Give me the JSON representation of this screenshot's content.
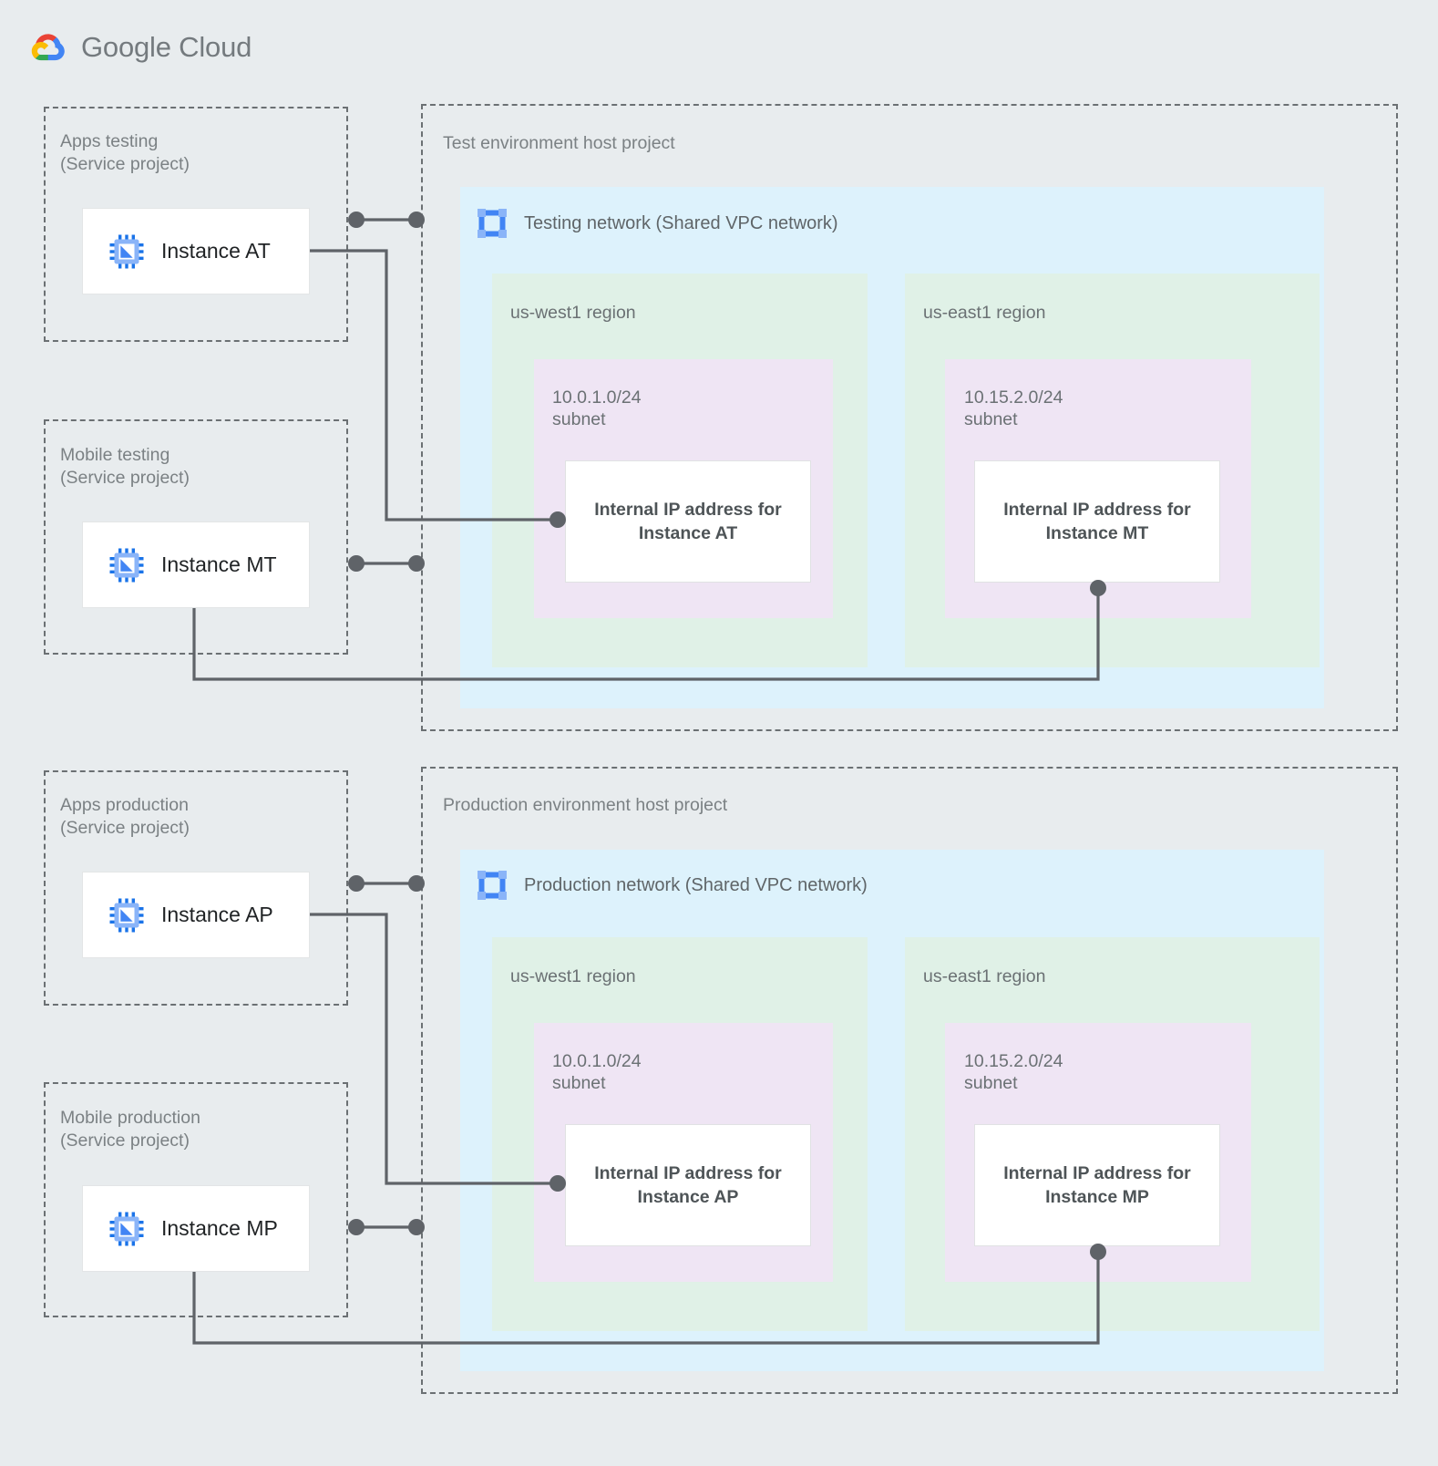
{
  "brand": {
    "logo_icon": "google-cloud-logo-icon",
    "name_bold": "Google",
    "name_light": " Cloud",
    "colors": {
      "red": "#ea4335",
      "blue": "#4285f4",
      "yellow": "#fbbc04",
      "green": "#34a853",
      "background": "#e8ecee",
      "vpc_fill": "#ddf2fc",
      "region_fill": "#e0f1e7",
      "subnet_fill": "#efe5f4",
      "connector": "#5f6368",
      "dashed_border": "#6b7073",
      "icon_blue": "#4285f4",
      "icon_blue_light": "#8ab4f8"
    }
  },
  "environments": [
    {
      "id": "test",
      "host_project": {
        "label": "Test environment host project",
        "network": {
          "icon": "vpc-network-icon",
          "label": "Testing network (Shared VPC network)",
          "regions": [
            {
              "id": "test-us-west1",
              "label": "us-west1 region",
              "subnet": {
                "cidr": "10.0.1.0/24",
                "kind": "subnet",
                "label": "10.0.1.0/24\nsubnet",
                "ip_card": {
                  "label": "Internal IP address for\nInstance AT",
                  "instance": "Instance AT"
                }
              }
            },
            {
              "id": "test-us-east1",
              "label": "us-east1 region",
              "subnet": {
                "cidr": "10.15.2.0/24",
                "kind": "subnet",
                "label": "10.15.2.0/24\nsubnet",
                "ip_card": {
                  "label": "Internal IP address for\nInstance MT",
                  "instance": "Instance MT"
                }
              }
            }
          ]
        }
      },
      "service_projects": [
        {
          "id": "apps-testing",
          "label": "Apps testing\n(Service project)",
          "instance": {
            "icon": "vm-instance-icon",
            "label": "Instance AT"
          }
        },
        {
          "id": "mobile-testing",
          "label": "Mobile testing\n(Service project)",
          "instance": {
            "icon": "vm-instance-icon",
            "label": "Instance MT"
          }
        }
      ]
    },
    {
      "id": "production",
      "host_project": {
        "label": "Production environment host project",
        "network": {
          "icon": "vpc-network-icon",
          "label": "Production network (Shared VPC network)",
          "regions": [
            {
              "id": "prod-us-west1",
              "label": "us-west1 region",
              "subnet": {
                "cidr": "10.0.1.0/24",
                "kind": "subnet",
                "label": "10.0.1.0/24\nsubnet",
                "ip_card": {
                  "label": "Internal IP address for\nInstance AP",
                  "instance": "Instance AP"
                }
              }
            },
            {
              "id": "prod-us-east1",
              "label": "us-east1 region",
              "subnet": {
                "cidr": "10.15.2.0/24",
                "kind": "subnet",
                "label": "10.15.2.0/24\nsubnet",
                "ip_card": {
                  "label": "Internal IP address for\nInstance MP",
                  "instance": "Instance MP"
                }
              }
            }
          ]
        }
      },
      "service_projects": [
        {
          "id": "apps-production",
          "label": "Apps production\n(Service project)",
          "instance": {
            "icon": "vm-instance-icon",
            "label": "Instance AP"
          }
        },
        {
          "id": "mobile-production",
          "label": "Mobile production\n(Service project)",
          "instance": {
            "icon": "vm-instance-icon",
            "label": "Instance MP"
          }
        }
      ]
    }
  ]
}
